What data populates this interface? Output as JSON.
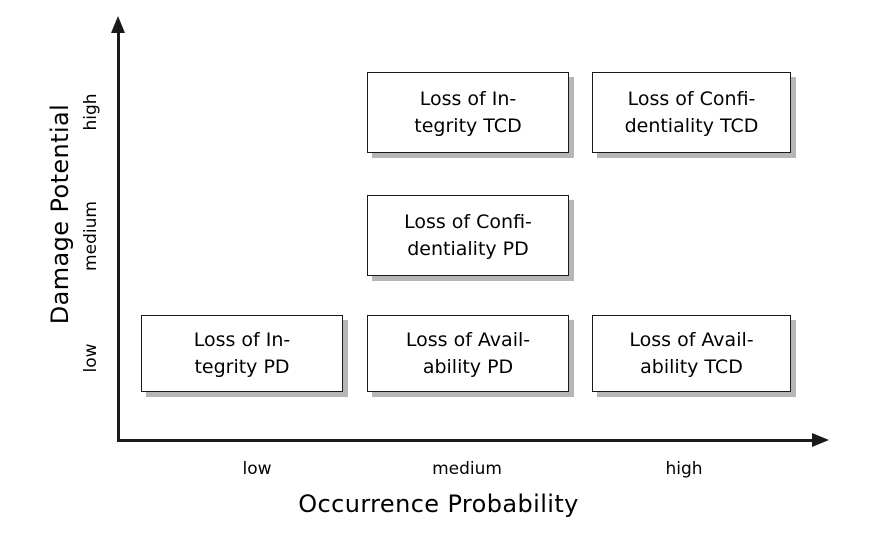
{
  "figure": {
    "type": "risk-matrix",
    "background": "#ffffff",
    "line_color": "#1a1a1a",
    "shadow_color": "#b6b6b6"
  },
  "axes": {
    "y": {
      "title": "Damage Potential",
      "ticks": [
        "high",
        "medium",
        "low"
      ]
    },
    "x": {
      "title": "Occurrence Probability",
      "ticks": [
        "low",
        "medium",
        "high"
      ]
    }
  },
  "chart_data": {
    "type": "table",
    "title": "",
    "xlabel": "Occurrence Probability",
    "ylabel": "Damage Potential",
    "categories": [
      "low",
      "medium",
      "high"
    ],
    "rows": [
      "high",
      "medium",
      "low"
    ],
    "cells": [
      {
        "x": "medium",
        "y": "high",
        "line1": "Loss of In-",
        "line2": "tegrity TCD",
        "text": "Loss of Integrity TCD"
      },
      {
        "x": "high",
        "y": "high",
        "line1": "Loss of Confi-",
        "line2": "dentiality TCD",
        "text": "Loss of Confidentiality TCD"
      },
      {
        "x": "medium",
        "y": "medium",
        "line1": "Loss of Confi-",
        "line2": "dentiality PD",
        "text": "Loss of Confidentiality PD"
      },
      {
        "x": "low",
        "y": "low",
        "line1": "Loss of In-",
        "line2": "tegrity PD",
        "text": "Loss of Integrity PD"
      },
      {
        "x": "medium",
        "y": "low",
        "line1": "Loss of Avail-",
        "line2": "ability PD",
        "text": "Loss of Availability PD"
      },
      {
        "x": "high",
        "y": "low",
        "line1": "Loss of Avail-",
        "line2": "ability TCD",
        "text": "Loss of Availability TCD"
      }
    ]
  }
}
